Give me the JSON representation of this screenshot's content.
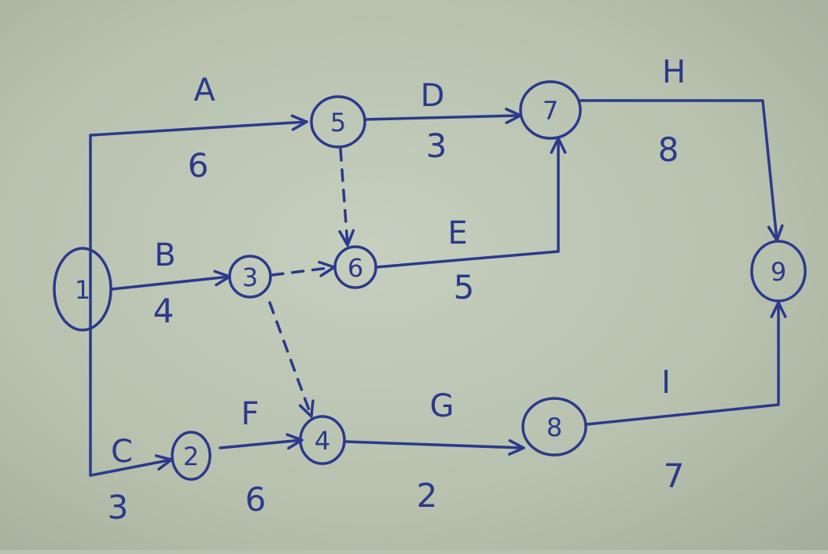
{
  "diagram": {
    "type": "activity-on-arrow network",
    "ink_color": "#2b3a8c",
    "paper_color": "#bcc6b4",
    "nodes": [
      {
        "id": "1",
        "label": "1"
      },
      {
        "id": "2",
        "label": "2"
      },
      {
        "id": "3",
        "label": "3"
      },
      {
        "id": "4",
        "label": "4"
      },
      {
        "id": "5",
        "label": "5"
      },
      {
        "id": "6",
        "label": "6"
      },
      {
        "id": "7",
        "label": "7"
      },
      {
        "id": "8",
        "label": "8"
      },
      {
        "id": "9",
        "label": "9"
      }
    ],
    "activities": [
      {
        "name": "A",
        "duration": "6",
        "from": "1",
        "to": "5"
      },
      {
        "name": "B",
        "duration": "4",
        "from": "1",
        "to": "3"
      },
      {
        "name": "C",
        "duration": "3",
        "from": "1",
        "to": "2"
      },
      {
        "name": "D",
        "duration": "3",
        "from": "5",
        "to": "7"
      },
      {
        "name": "E",
        "duration": "5",
        "from": "6",
        "to": "7"
      },
      {
        "name": "F",
        "duration": "6",
        "from": "2",
        "to": "4"
      },
      {
        "name": "G",
        "duration": "2",
        "from": "4",
        "to": "8"
      },
      {
        "name": "H",
        "duration": "8",
        "from": "7",
        "to": "9"
      },
      {
        "name": "I",
        "duration": "7",
        "from": "8",
        "to": "9"
      }
    ],
    "dummies": [
      {
        "from": "5",
        "to": "6"
      },
      {
        "from": "3",
        "to": "6"
      },
      {
        "from": "3",
        "to": "4"
      }
    ]
  }
}
